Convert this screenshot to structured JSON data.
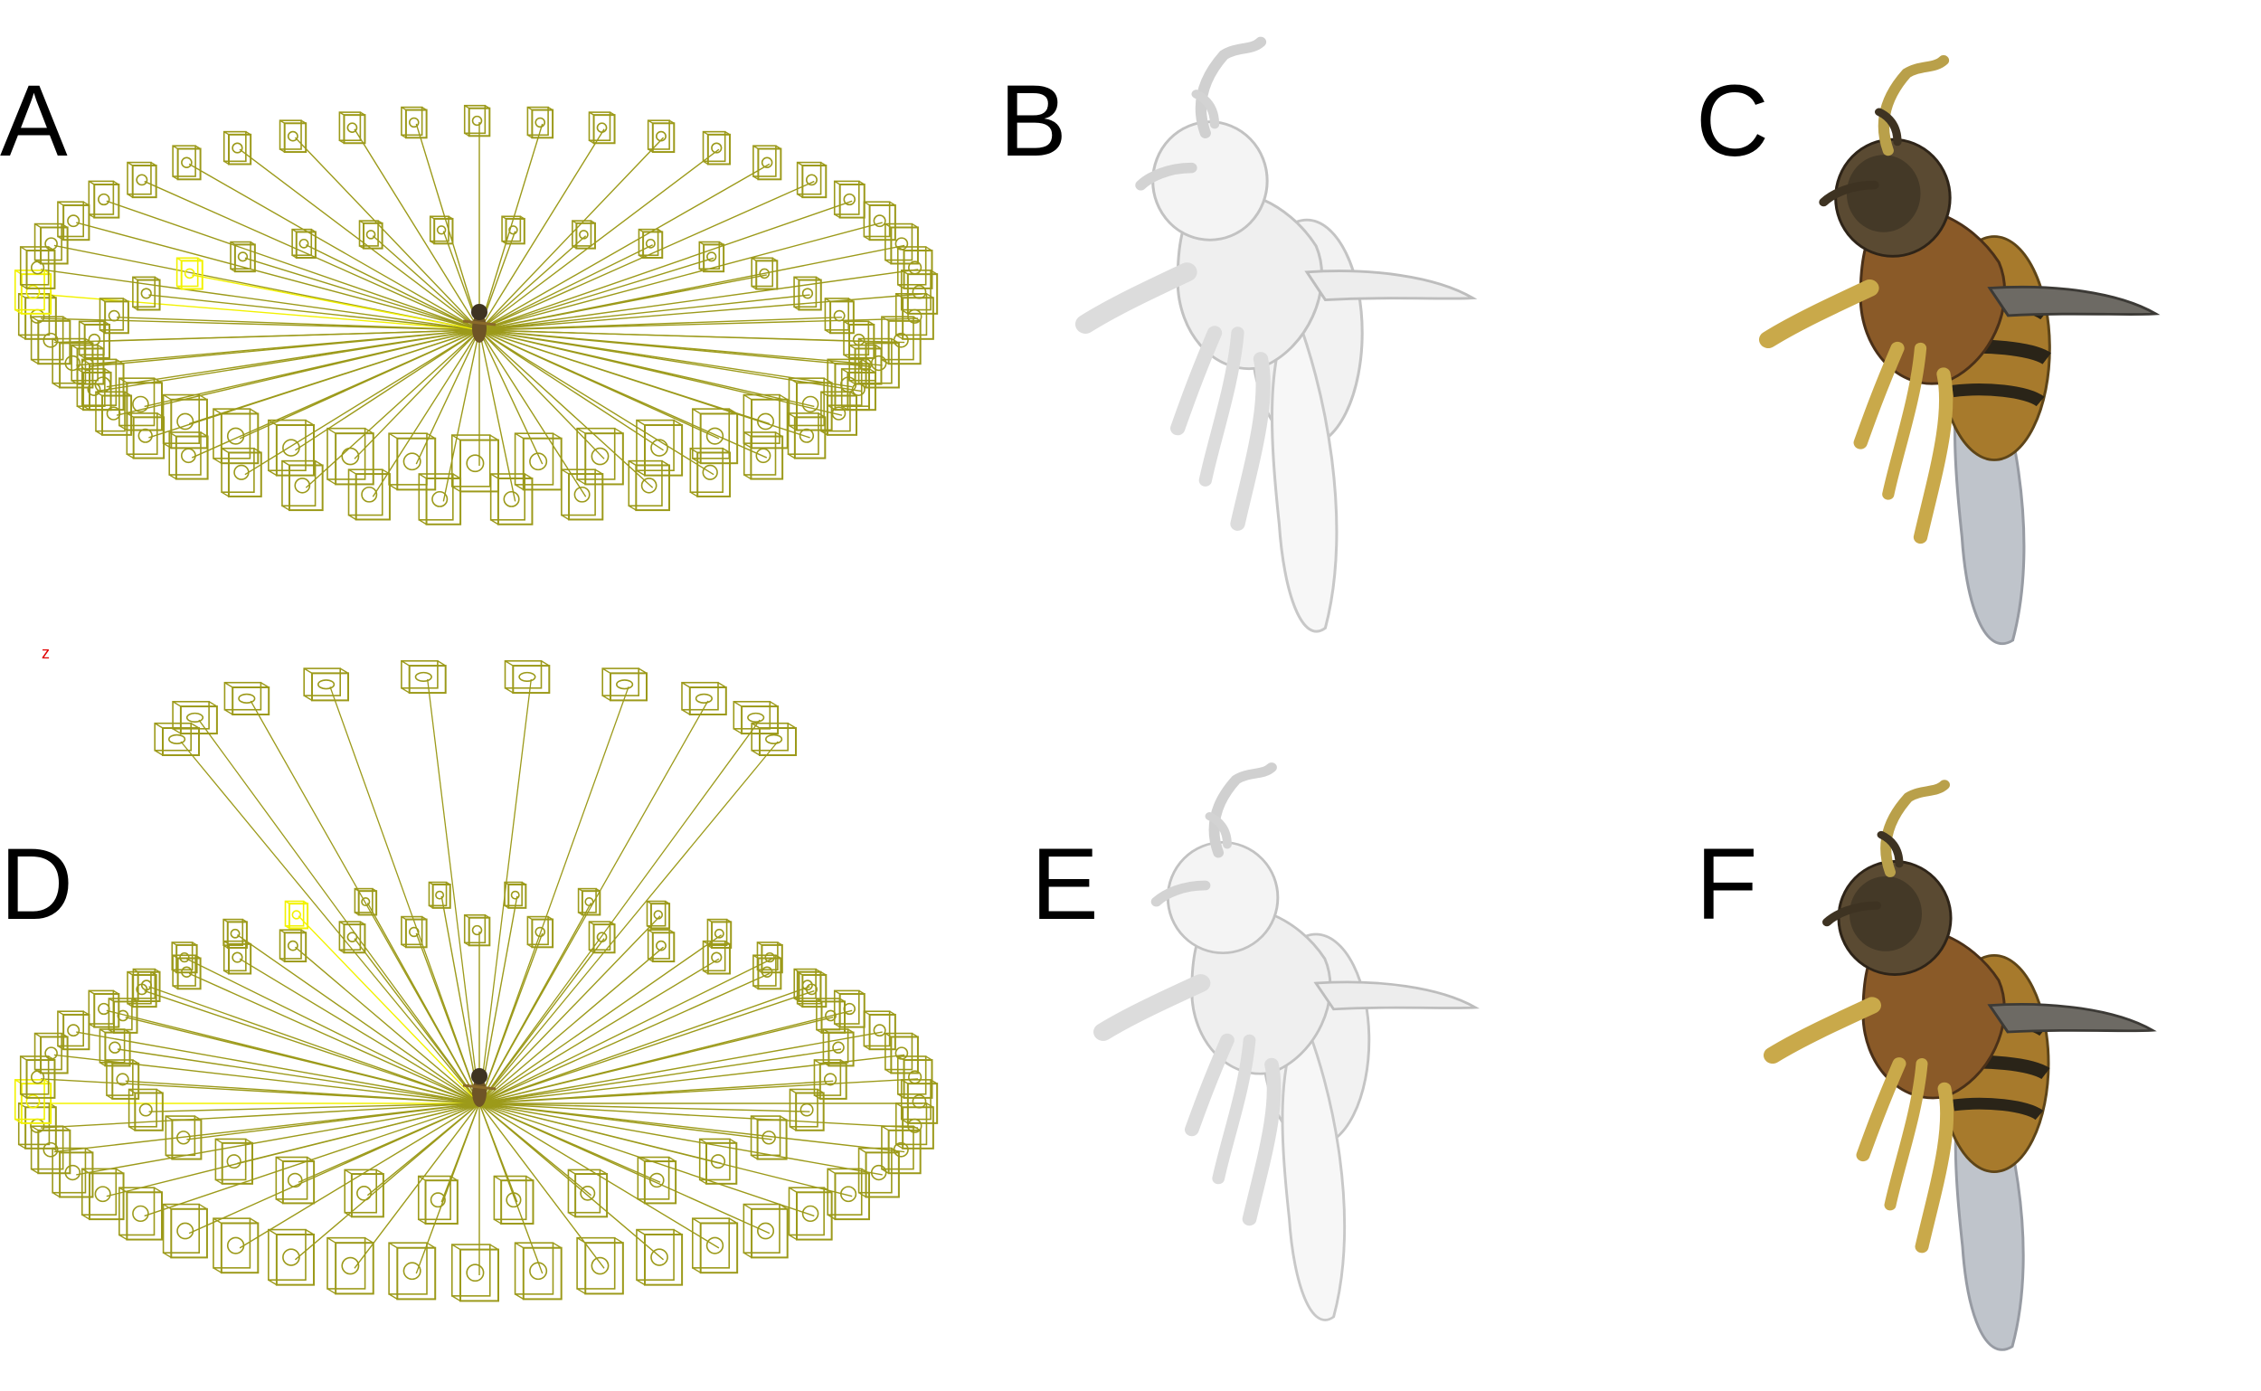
{
  "panels": {
    "a": {
      "letter": "A"
    },
    "b": {
      "letter": "B"
    },
    "c": {
      "letter": "C"
    },
    "d": {
      "letter": "D"
    },
    "e": {
      "letter": "E"
    },
    "f": {
      "letter": "F"
    }
  },
  "axis_label": "z",
  "colors": {
    "camera_rig": "#9c9a1a",
    "camera_highlight": "#f2f200",
    "axis_label": "#e00000",
    "mesh_fill": "#f2f2f2",
    "mesh_stroke": "#bdbdbd",
    "bee_body": "#8a6a2a",
    "bee_eye": "#4a3d2a",
    "bee_leg": "#c9a94a",
    "bee_stripe": "#2a2418",
    "bee_wing": "#b9bec6"
  },
  "icons": [
    "camera-icon",
    "bee-specimen-icon"
  ]
}
